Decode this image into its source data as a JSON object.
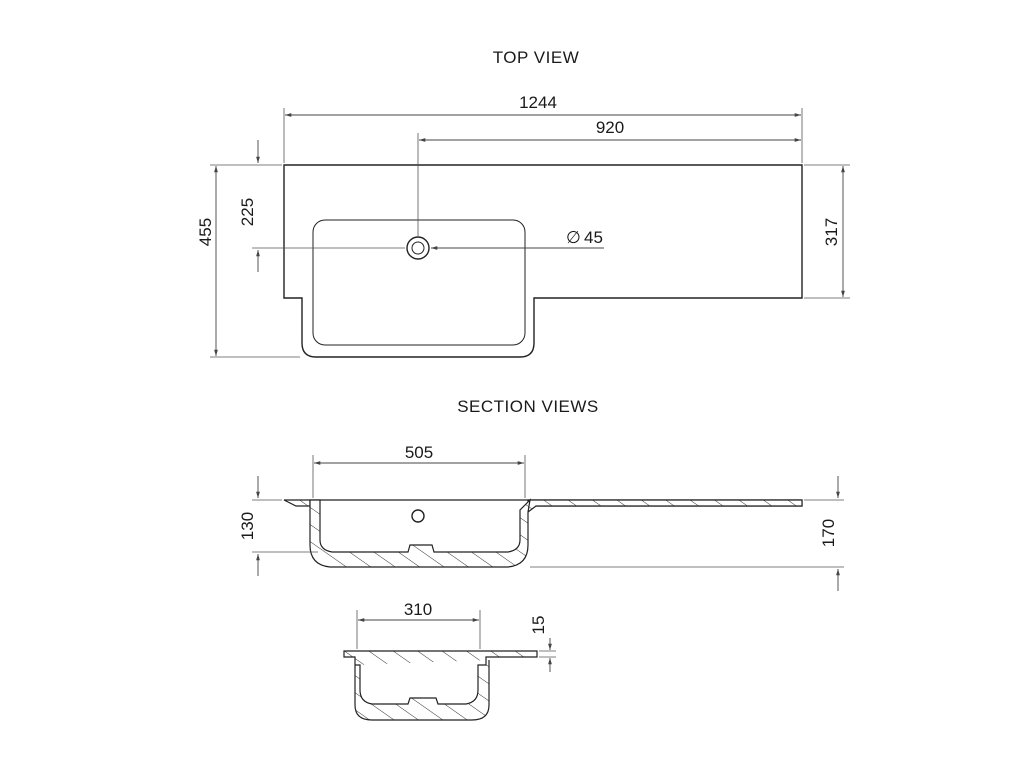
{
  "top_view": {
    "title": "TOP VIEW",
    "dims": {
      "overall_width": "1244",
      "waste_offset": "920",
      "overall_depth": "455",
      "waste_from_back": "225",
      "deck_depth": "317",
      "waste_diameter": "45",
      "diameter_symbol": "∅"
    }
  },
  "section_views": {
    "title": "SECTION VIEWS",
    "long_section": {
      "bowl_width": "505",
      "bowl_depth": "130",
      "overall_height": "170"
    },
    "short_section": {
      "bowl_width": "310",
      "deck_thickness": "15"
    }
  }
}
